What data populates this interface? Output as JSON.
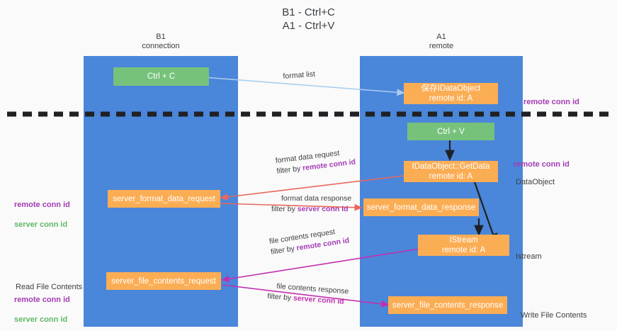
{
  "title": "B1 - Ctrl+C\nA1 - Ctrl+V",
  "lanes": [
    {
      "name": "b1",
      "header": "B1\nconnection"
    },
    {
      "name": "a1",
      "header": "A1\nremote"
    }
  ],
  "colors": {
    "lane": "#4a86d9",
    "green_box": "#77c27b",
    "orange_box": "#fbad54",
    "remote_conn_id": "#a33cb5",
    "server_conn_id": "#5fb866",
    "arrow_blue": "#a8cdef",
    "arrow_red": "#e8685e",
    "arrow_magenta": "#c22fb0",
    "arrow_black": "#202124",
    "text": "#3c4043"
  },
  "boxes": [
    {
      "id": "ctrl-c",
      "label": "Ctrl + C",
      "kind": "green"
    },
    {
      "id": "save-idataobject",
      "label": "保存IDataObject\nremote id: A",
      "kind": "orange"
    },
    {
      "id": "ctrl-v",
      "label": "Ctrl + V",
      "kind": "green"
    },
    {
      "id": "idataobject-getdata",
      "label": "IDataObject::GetData\nremote id: A",
      "kind": "orange"
    },
    {
      "id": "server-format-data-request",
      "label": "server_format_data_request",
      "kind": "orange"
    },
    {
      "id": "server-format-data-response",
      "label": "server_format_data_response",
      "kind": "orange"
    },
    {
      "id": "istream",
      "label": "IStream\nremote id: A",
      "kind": "orange"
    },
    {
      "id": "server-file-contents-request",
      "label": "server_file_contents_request",
      "kind": "orange"
    },
    {
      "id": "server-file-contents-response",
      "label": "server_file_contents_response",
      "kind": "orange"
    }
  ],
  "side_labels": [
    {
      "id": "right-remote-conn-id-1",
      "purple": "remote conn id"
    },
    {
      "id": "right-remote-conn-id-2",
      "purple": "remote conn id"
    },
    {
      "id": "right-dataobject",
      "plain": "DataObject"
    },
    {
      "id": "right-istream",
      "plain": "Istream"
    },
    {
      "id": "right-write-file",
      "plain": "Write File Contents"
    },
    {
      "id": "left-conn-ids",
      "purple": "remote conn id",
      "green": "server conn id"
    },
    {
      "id": "left-read-file",
      "plain": "Read File Contents"
    },
    {
      "id": "left-conn-ids-2",
      "purple": "remote conn id",
      "green": "server conn id"
    }
  ],
  "edge_labels": [
    {
      "id": "format-list",
      "line1": "format list",
      "line2": "",
      "hl": ""
    },
    {
      "id": "format-data-request",
      "line1": "format data request",
      "line2": "filter by ",
      "hl": "remote conn id",
      "hl_color": "purple"
    },
    {
      "id": "format-data-response",
      "line1": "format data response",
      "line2": "filter by ",
      "hl": "server conn id",
      "hl_color": "purple"
    },
    {
      "id": "file-contents-request",
      "line1": "file contents request",
      "line2": "filter by ",
      "hl": "remote conn id",
      "hl_color": "purple"
    },
    {
      "id": "file-contents-response",
      "line1": "file contents response",
      "line2": "filter by ",
      "hl": "server conn id",
      "hl_color": "magenta"
    }
  ]
}
